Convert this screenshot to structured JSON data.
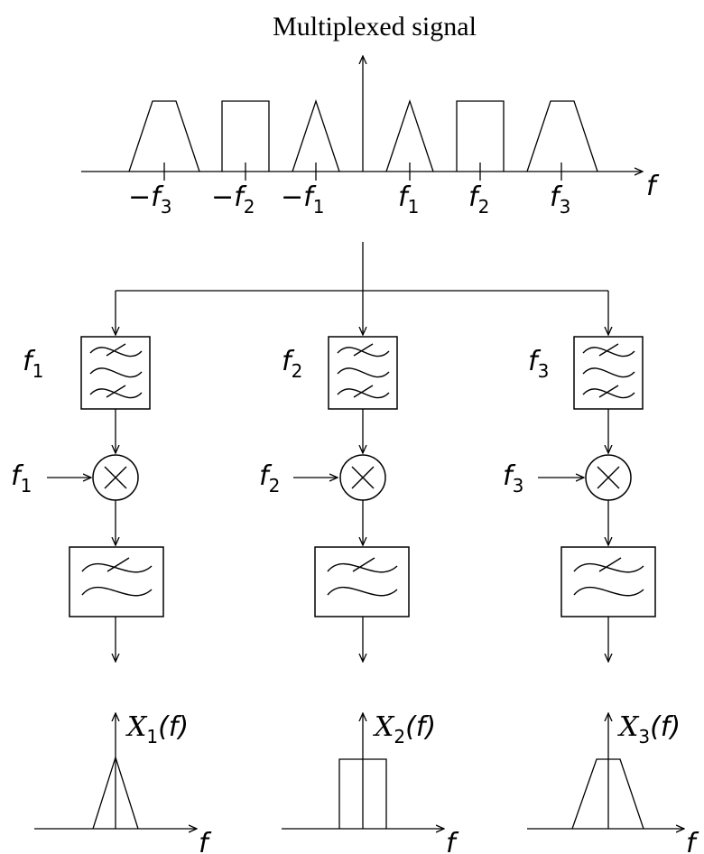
{
  "title": "Multiplexed signal",
  "axis_variable": "f",
  "ticks": [
    {
      "sign": "−",
      "base": "f",
      "sub": "3"
    },
    {
      "sign": "−",
      "base": "f",
      "sub": "2"
    },
    {
      "sign": "−",
      "base": "f",
      "sub": "1"
    },
    {
      "sign": "",
      "base": "f",
      "sub": "1"
    },
    {
      "sign": "",
      "base": "f",
      "sub": "2"
    },
    {
      "sign": "",
      "base": "f",
      "sub": "3"
    }
  ],
  "branches": [
    {
      "filter_label": {
        "base": "f",
        "sub": "1"
      },
      "mixer_input": {
        "base": "f",
        "sub": "1"
      },
      "output_label": {
        "base": "X",
        "sub": "1",
        "arg": "(f)"
      },
      "output_shape": "triangle"
    },
    {
      "filter_label": {
        "base": "f",
        "sub": "2"
      },
      "mixer_input": {
        "base": "f",
        "sub": "2"
      },
      "output_label": {
        "base": "X",
        "sub": "2",
        "arg": "(f)"
      },
      "output_shape": "rectangle"
    },
    {
      "filter_label": {
        "base": "f",
        "sub": "3"
      },
      "mixer_input": {
        "base": "f",
        "sub": "3"
      },
      "output_label": {
        "base": "X",
        "sub": "3",
        "arg": "(f)"
      },
      "output_shape": "trapezoid"
    }
  ],
  "spectrum_shapes": [
    "trapezoid",
    "rectangle",
    "triangle",
    "triangle",
    "rectangle",
    "trapezoid"
  ]
}
